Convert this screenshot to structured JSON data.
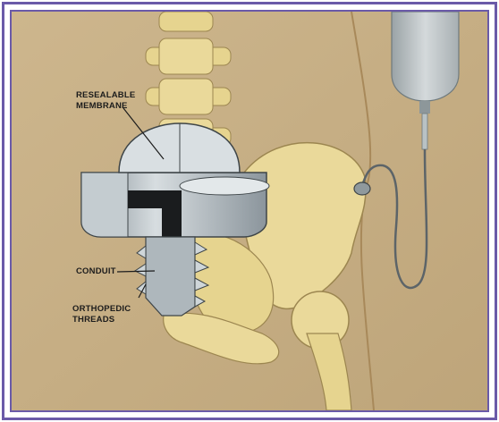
{
  "labels": {
    "resealable_line1": "RESEALABLE",
    "resealable_line2": "MEMBRANE",
    "conduit": "CONDUIT",
    "orthopedic_line1": "ORTHOPEDIC",
    "orthopedic_line2": "THREADS"
  },
  "colors": {
    "background": "#c9b287",
    "bone": "#e8d79a",
    "device_metal": "#b9c2c8",
    "frame": "#6a5aa8"
  }
}
